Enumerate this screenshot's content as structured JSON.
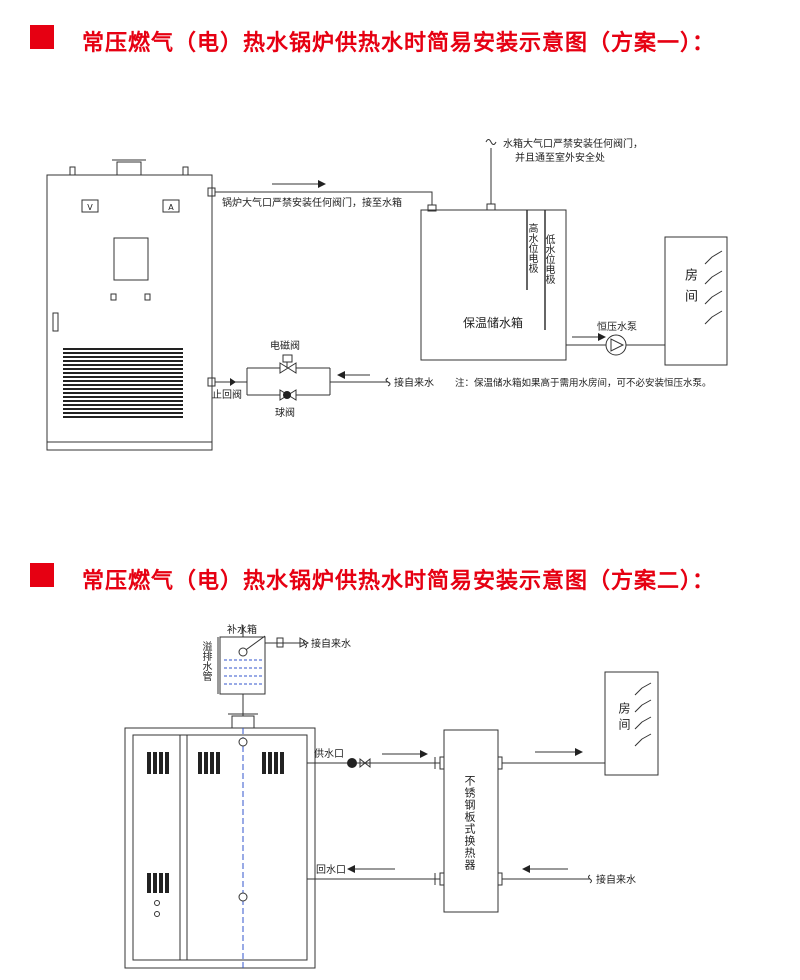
{
  "scheme1": {
    "title": "常压燃气（电）热水锅炉供热水时简易安装示意图（方案一）：",
    "gauge_v": "V",
    "gauge_a": "A",
    "vent_note": "锅炉大气口严禁安装任何阀门，接至水箱",
    "tank_vent_note_line1": "水箱大气口严禁安装任何阀门，",
    "tank_vent_note_line2": "并且通至室外安全处",
    "high_level": "高水位电极",
    "low_level": "低水位电极",
    "tank_label": "保温储水箱",
    "pump_label": "恒压水泵",
    "room_label": "房间",
    "solenoid_label": "电磁阀",
    "check_valve_label": "止回阀",
    "ball_valve_label": "球阀",
    "tap_water_label": "接自来水",
    "footnote": "注：保温储水箱如果高于需用水房间，可不必安装恒压水泵。"
  },
  "scheme2": {
    "title": "常压燃气（电）热水锅炉供热水时简易安装示意图（方案二）：",
    "makeup_tank": "补水箱",
    "overflow_pipe": "溢排水管",
    "tap_water_top": "接自来水",
    "supply_port": "供水口",
    "return_port": "回水口",
    "exchanger": "不锈钢板式换热器",
    "room_label": "房间",
    "tap_water_bottom": "接自来水"
  },
  "colors": {
    "accent": "#e60012",
    "line": "#333333"
  }
}
